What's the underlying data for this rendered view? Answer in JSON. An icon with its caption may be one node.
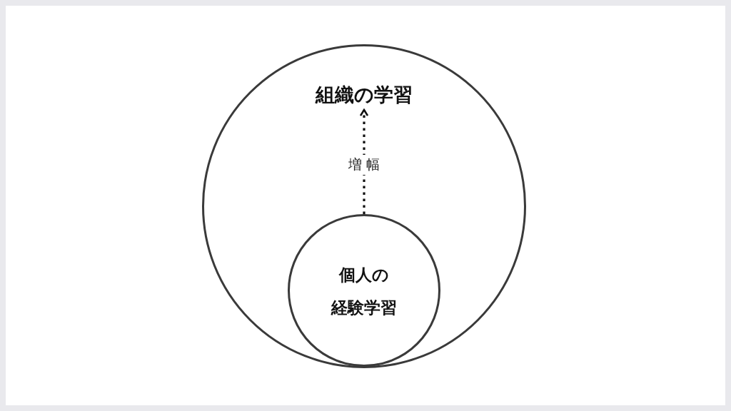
{
  "diagram": {
    "nodes": [
      {
        "text": [],
        "shape": "circle"
      },
      {
        "text": [
          "組織の学習"
        ],
        "in": 0
      },
      {
        "text": [
          "個人の経験学習"
        ],
        "in": 0
      }
    ],
    "edges": [
      {
        "from": 2,
        "to": 1,
        "arrow": "to",
        "label": "増 幅",
        "style": "dashed"
      }
    ]
  }
}
